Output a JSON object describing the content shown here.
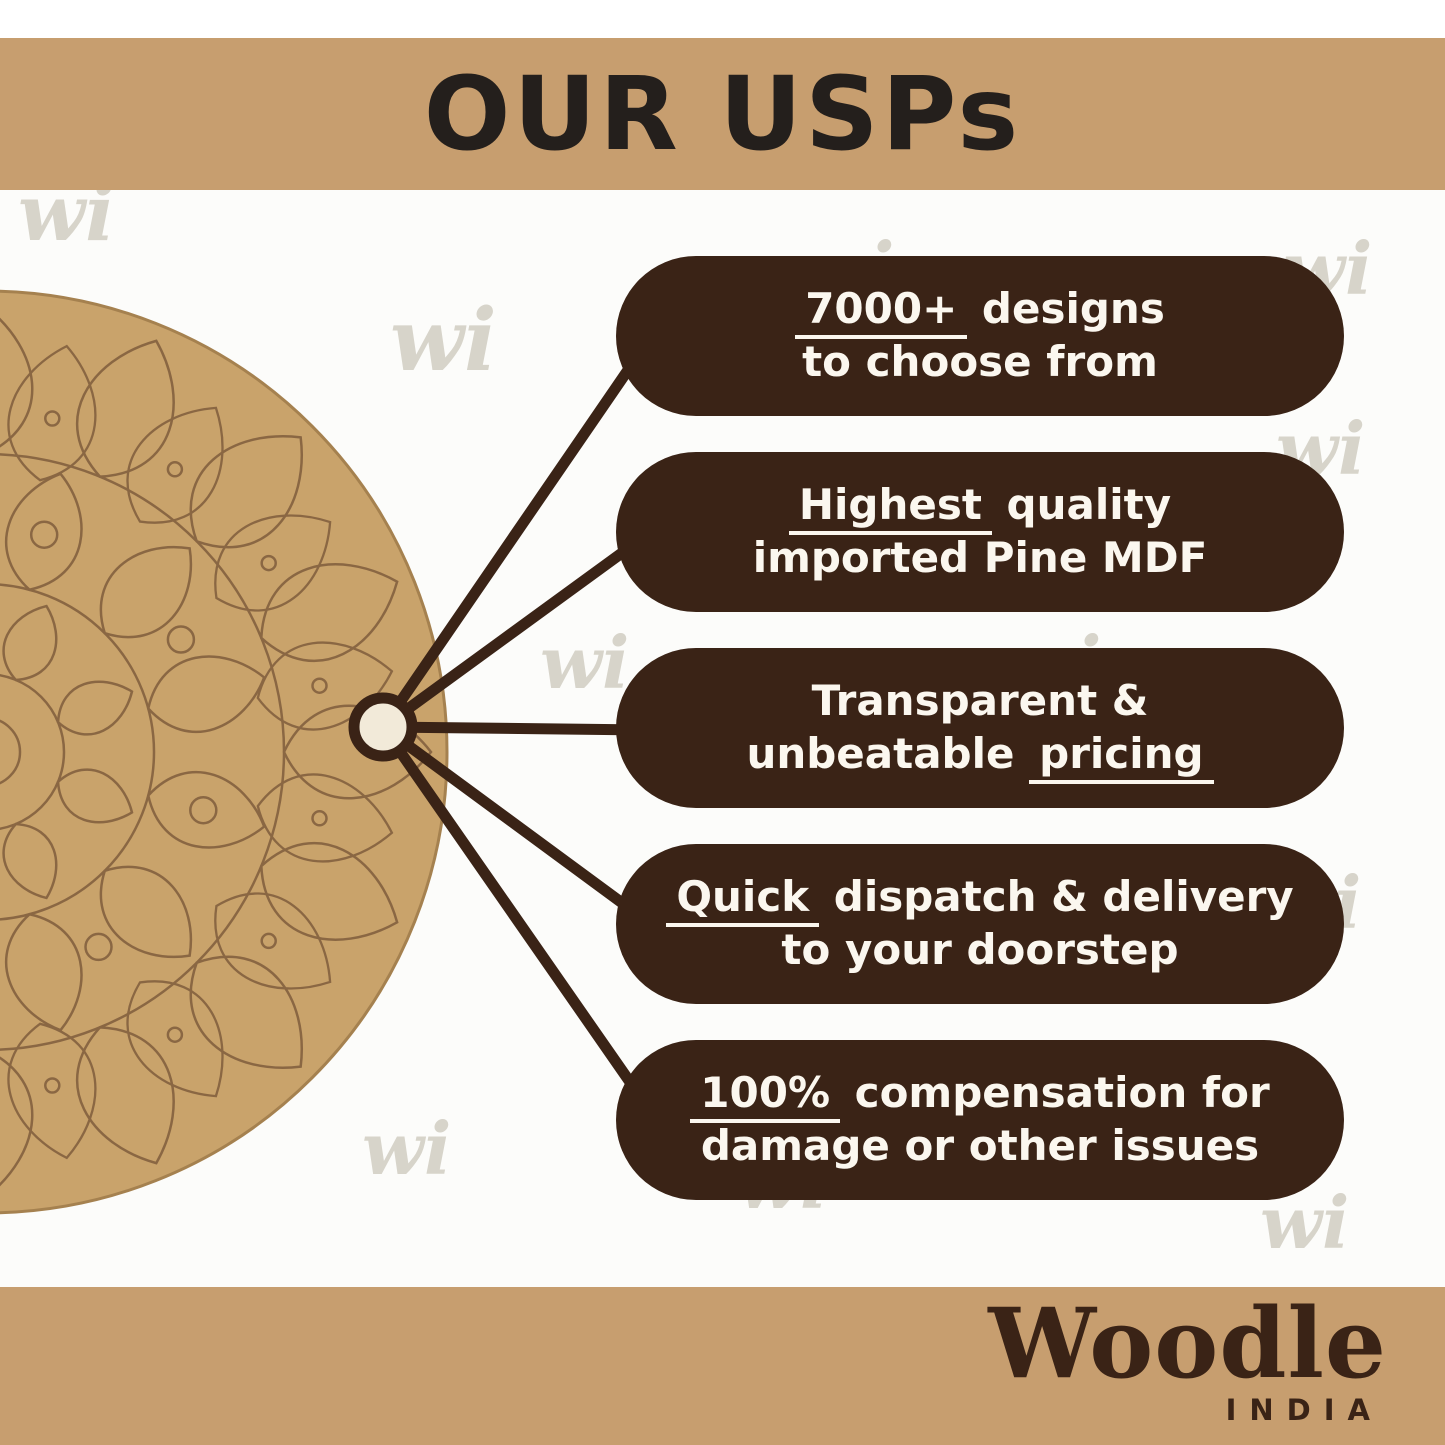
{
  "header": {
    "title": "OUR USPs"
  },
  "watermark": {
    "text": "wi"
  },
  "usps": [
    {
      "lines": [
        [
          {
            "t": "7000+",
            "u": true
          },
          {
            "t": " designs",
            "u": false
          }
        ],
        [
          {
            "t": "to choose from",
            "u": false
          }
        ]
      ]
    },
    {
      "lines": [
        [
          {
            "t": "Highest",
            "u": true
          },
          {
            "t": " quality",
            "u": false
          }
        ],
        [
          {
            "t": "imported Pine MDF",
            "u": false
          }
        ]
      ]
    },
    {
      "lines": [
        [
          {
            "t": "Transparent &",
            "u": false
          }
        ],
        [
          {
            "t": "unbeatable ",
            "u": false
          },
          {
            "t": "pricing",
            "u": true
          }
        ]
      ]
    },
    {
      "lines": [
        [
          {
            "t": "Quick",
            "u": true
          },
          {
            "t": " dispatch & delivery",
            "u": false
          }
        ],
        [
          {
            "t": "to your doorstep",
            "u": false
          }
        ]
      ]
    },
    {
      "lines": [
        [
          {
            "t": "100%",
            "u": true
          },
          {
            "t": " compensation for",
            "u": false
          }
        ],
        [
          {
            "t": "damage or other issues",
            "u": false
          }
        ]
      ]
    }
  ],
  "footer": {
    "brand": "Woodle",
    "country": "INDIA"
  },
  "icons": {
    "mandala": "mandala-engraved-mdf-circle",
    "hub": "connector-hub-node"
  },
  "colors": {
    "banner": "#C79E6F",
    "title_text": "#241F1C",
    "pill_bg": "#3A2316",
    "pill_text": "#FBF7EF",
    "mdf": "#C9A36B",
    "engraving": "#8A6743",
    "watermark": "#D7D4CA",
    "hub_fill": "#F2EAD9"
  }
}
